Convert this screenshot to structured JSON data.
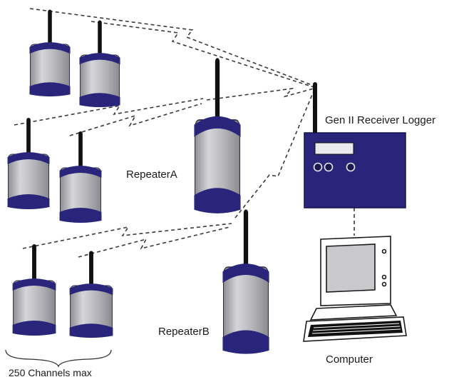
{
  "labels": {
    "receiver": "Gen II Receiver Logger",
    "repeater_a": "RepeaterA",
    "repeater_b": "RepeaterB",
    "computer": "Computer",
    "channels": "250 Channels max"
  },
  "colors": {
    "navy": "#29257a",
    "body_gray": "#b9b9bd",
    "link_dash": "#3a3a3a"
  }
}
